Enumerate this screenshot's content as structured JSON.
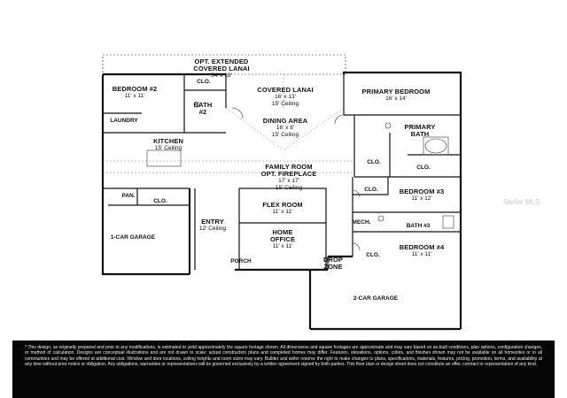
{
  "rooms": {
    "lanai_ext": {
      "name": "OPT. EXTENDED",
      "line2": "COVERED LANAI",
      "dim": "34' x 18'"
    },
    "bedroom2": {
      "name": "BEDROOM #2",
      "dim": "11' x 11'"
    },
    "clo_b2": "CLO.",
    "bath2": {
      "name": "BATH",
      "num": "#2"
    },
    "laundry": "LAUNDRY",
    "covered_lanai": {
      "name": "COVERED LANAI",
      "dim": "16' x 13'",
      "ceiling": "15' Ceiling"
    },
    "dining": {
      "name": "DINING AREA",
      "dim": "16' x 8'",
      "ceiling": "15' Ceiling"
    },
    "kitchen": {
      "name": "KITCHEN",
      "ceiling": "15' Ceiling"
    },
    "family": {
      "name": "FAMILY ROOM",
      "line2": "OPT. FIREPLACE",
      "dim": "17' x 17'",
      "ceiling": "15' Ceiling"
    },
    "primary_bed": {
      "name": "PRIMARY BEDROOM",
      "dim": "16' x 14'"
    },
    "primary_bath": {
      "name": "PRIMARY",
      "line2": "BATH"
    },
    "clo_pb1": "CLO.",
    "clo_pb2": "CLO.",
    "pan": "PAN.",
    "clo_entry": "CLO.",
    "garage1": "1-CAR GARAGE",
    "entry": {
      "name": "ENTRY",
      "ceiling": "12' Ceiling"
    },
    "flex": {
      "name": "FLEX ROOM",
      "dim": "11' x 11'"
    },
    "office": {
      "name": "HOME",
      "line2": "OFFICE",
      "dim": "11' x 11'"
    },
    "porch": "PORCH",
    "drop": {
      "name": "DROP",
      "line2": "ZONE"
    },
    "bedroom3": {
      "name": "BEDROOM #3",
      "dim": "11' x 12'"
    },
    "clo_b3": "CLO.",
    "mech": "MECH.",
    "bath3": "BATH #3",
    "bedroom4": {
      "name": "BEDROOM #4",
      "dim": "11' x 11'"
    },
    "clo_b4": "CLO.",
    "garage2": "2-CAR GARAGE"
  },
  "disclaimer": "* This design, as originally prepared and prior to any modifications, is estimated to yield approximately the square footage shown. All dimensions and square footages are approximate and may vary based on as-built conditions, plan options, configuration changes, or method of calculation. Designs are conceptual illustrations and are not drawn to scale; actual construction plans and completed homes may differ. Features, elevations, options, colors, and finishes shown may not be available on all homesites or in all communities and may be offered at additional cost. Window and door locations, ceiling heights and room sizes may vary. Builder and seller reserve the right to make changes to plans, specifications, materials, features, pricing, promotion, terms, and availability at any time without prior notice or obligation. Any obligations, warranties or representations will be governed exclusively by a written agreement signed by both parties. This floor plan or design sheet does not constitute an offer, contract or representation of any kind.",
  "watermark": "Stellar MLS"
}
